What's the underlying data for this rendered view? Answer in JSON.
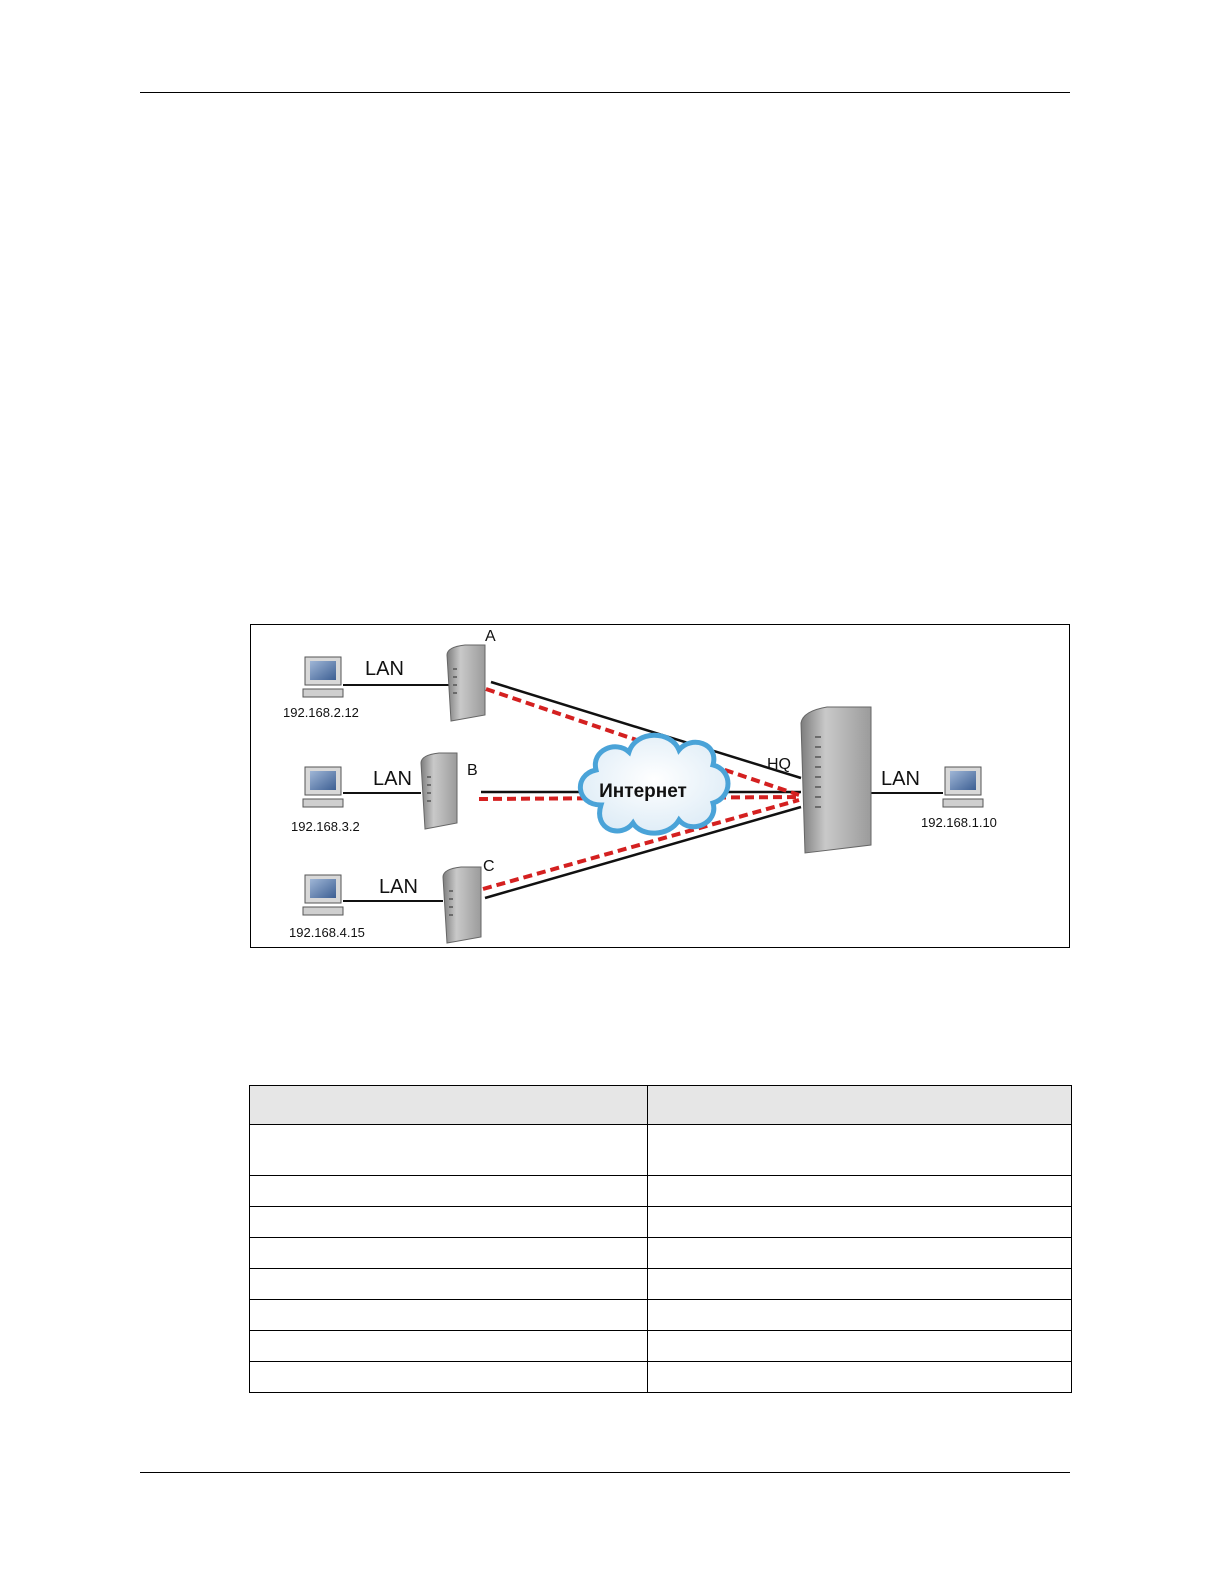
{
  "diagram": {
    "cloud_label": "Интернет",
    "sites": [
      {
        "id": "A",
        "label": "A",
        "lan_label": "LAN",
        "ip": "192.168.2.12"
      },
      {
        "id": "B",
        "label": "B",
        "lan_label": "LAN",
        "ip": "192.168.3.2"
      },
      {
        "id": "C",
        "label": "C",
        "lan_label": "LAN",
        "ip": "192.168.4.15"
      }
    ],
    "hq": {
      "label": "HQ",
      "lan_label": "LAN",
      "ip": "192.168.1.10"
    },
    "colors": {
      "tunnel": "#d42020",
      "link": "#111111",
      "cloud_edge": "#4aa3d8",
      "device": "#9a9a9a"
    }
  },
  "table": {
    "headers": [
      "",
      ""
    ],
    "rows": [
      [
        "",
        ""
      ],
      [
        "",
        ""
      ],
      [
        "",
        ""
      ],
      [
        "",
        ""
      ],
      [
        "",
        ""
      ],
      [
        "",
        ""
      ],
      [
        "",
        ""
      ],
      [
        "",
        ""
      ]
    ]
  }
}
